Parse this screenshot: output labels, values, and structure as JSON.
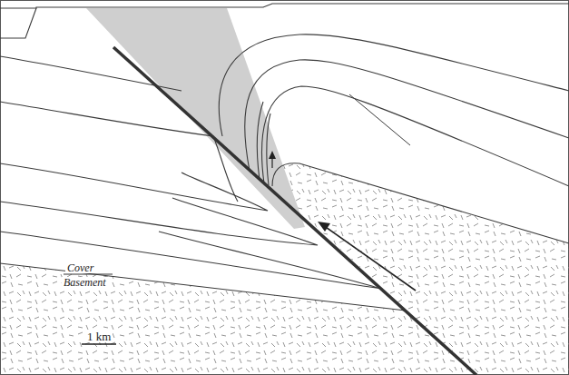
{
  "diagram": {
    "labels": [
      "Cover",
      "Basement",
      "1 km"
    ]
  }
}
